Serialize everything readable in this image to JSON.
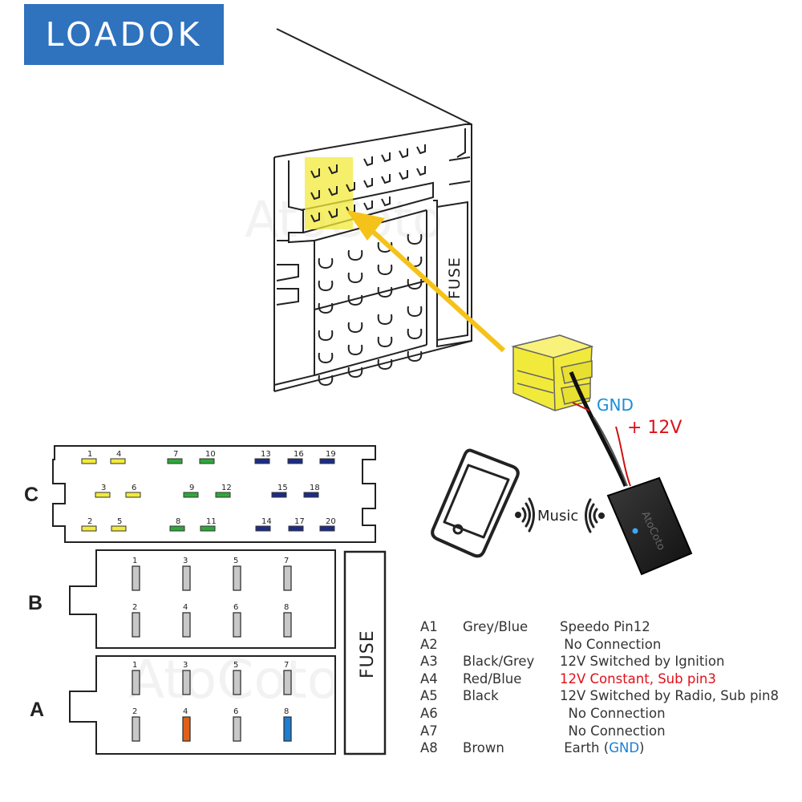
{
  "brand": {
    "logo": "LOADOK",
    "watermark": "AtoCoto",
    "logo_bg": "#2f72be"
  },
  "labels": {
    "fuse_top": "FUSE",
    "fuse_side": "FUSE",
    "gnd": "GND",
    "plus12v": "+ 12V",
    "music": "Music"
  },
  "colors": {
    "yellow": "#f2ea3b",
    "green": "#2ea83a",
    "navy": "#1c2c86",
    "orange": "#e0601a",
    "blue_pin": "#1a7ed4",
    "grey_pin": "#c8c8c8",
    "gnd_blue": "#1a8ed8",
    "red": "#e0101a"
  },
  "connector_c": {
    "label": "C",
    "pins": [
      {
        "n": "1",
        "color": "yellow"
      },
      {
        "n": "4",
        "color": "yellow"
      },
      {
        "n": "7",
        "color": "green"
      },
      {
        "n": "10",
        "color": "green"
      },
      {
        "n": "13",
        "color": "navy"
      },
      {
        "n": "16",
        "color": "navy"
      },
      {
        "n": "19",
        "color": "navy"
      },
      {
        "n": "3",
        "color": "yellow"
      },
      {
        "n": "6",
        "color": "yellow"
      },
      {
        "n": "9",
        "color": "green"
      },
      {
        "n": "12",
        "color": "green"
      },
      {
        "n": "15",
        "color": "navy"
      },
      {
        "n": "18",
        "color": "navy"
      },
      {
        "n": "2",
        "color": "yellow"
      },
      {
        "n": "5",
        "color": "yellow"
      },
      {
        "n": "8",
        "color": "green"
      },
      {
        "n": "11",
        "color": "green"
      },
      {
        "n": "14",
        "color": "navy"
      },
      {
        "n": "17",
        "color": "navy"
      },
      {
        "n": "20",
        "color": "navy"
      }
    ]
  },
  "connector_b": {
    "label": "B",
    "pins": [
      {
        "n": "1",
        "color": "grey"
      },
      {
        "n": "3",
        "color": "grey"
      },
      {
        "n": "5",
        "color": "grey"
      },
      {
        "n": "7",
        "color": "grey"
      },
      {
        "n": "2",
        "color": "grey"
      },
      {
        "n": "4",
        "color": "grey"
      },
      {
        "n": "6",
        "color": "grey"
      },
      {
        "n": "8",
        "color": "grey"
      }
    ]
  },
  "connector_a": {
    "label": "A",
    "pins": [
      {
        "n": "1",
        "color": "grey"
      },
      {
        "n": "3",
        "color": "grey"
      },
      {
        "n": "5",
        "color": "grey"
      },
      {
        "n": "7",
        "color": "grey"
      },
      {
        "n": "2",
        "color": "grey"
      },
      {
        "n": "4",
        "color": "orange"
      },
      {
        "n": "6",
        "color": "grey"
      },
      {
        "n": "8",
        "color": "blue"
      }
    ]
  },
  "pinout": [
    {
      "pin": "A1",
      "wire": "Grey/Blue",
      "desc": "Speedo Pin12"
    },
    {
      "pin": "A2",
      "wire": "",
      "desc": " No Connection"
    },
    {
      "pin": "A3",
      "wire": "Black/Grey",
      "desc": "12V Switched by Ignition"
    },
    {
      "pin": "A4",
      "wire": "Red/Blue",
      "desc": "12V Constant, Sub pin3",
      "highlight": "red"
    },
    {
      "pin": "A5",
      "wire": "Black",
      "desc": "12V Switched by Radio, Sub pin8"
    },
    {
      "pin": "A6",
      "wire": "",
      "desc": "  No Connection"
    },
    {
      "pin": "A7",
      "wire": "",
      "desc": "  No Connection"
    },
    {
      "pin": "A8",
      "wire": "Brown",
      "desc_pre": " Earth (",
      "desc_hl": "GND",
      "desc_post": ")"
    }
  ],
  "icons": [
    "phone-icon",
    "wave-out-icon",
    "wave-in-icon",
    "bluetooth-module-icon",
    "arrow-icon"
  ]
}
